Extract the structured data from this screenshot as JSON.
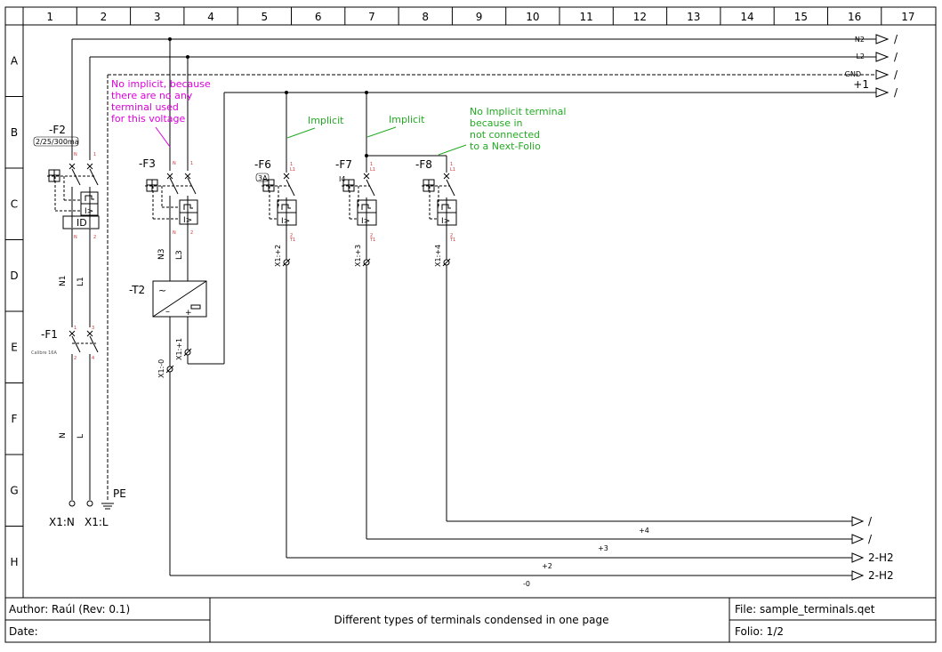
{
  "columns": [
    "1",
    "2",
    "3",
    "4",
    "5",
    "6",
    "7",
    "8",
    "9",
    "10",
    "11",
    "12",
    "13",
    "14",
    "15",
    "16",
    "17"
  ],
  "rows": [
    "A",
    "B",
    "C",
    "D",
    "E",
    "F",
    "G",
    "H"
  ],
  "buses": [
    {
      "name": "N2",
      "target": "/"
    },
    {
      "name": "L2",
      "target": "/"
    },
    {
      "name": "GND",
      "target": "/"
    },
    {
      "name": "+1",
      "target": "/"
    }
  ],
  "bottom_buses": [
    {
      "name": "+4",
      "target": "/"
    },
    {
      "name": "+3",
      "target": "/"
    },
    {
      "name": "+2",
      "target": "2-H2"
    },
    {
      "name": "-0",
      "target": "2-H2"
    }
  ],
  "components": {
    "f2": {
      "label": "-F2",
      "rating": "2/25/300ma",
      "block": "ID"
    },
    "f3": {
      "label": "-F3"
    },
    "f6": {
      "label": "-F6",
      "rating": "3A"
    },
    "f7": {
      "label": "-F7",
      "rating": "I4"
    },
    "f8": {
      "label": "-F8"
    },
    "f1": {
      "label": "-F1",
      "rating": "Calibre 16A"
    },
    "t2": {
      "label": "-T2"
    }
  },
  "pin_labels": {
    "n": "N",
    "one": "1",
    "two": "2",
    "l1": "L1",
    "t1": "T1",
    "three": "3",
    "four": "4"
  },
  "wire_labels": {
    "n1": "N1",
    "l1": "L1",
    "n3": "N3",
    "l3": "L3",
    "n": "N",
    "l": "L"
  },
  "terminals": {
    "x1_minus0": "X1:-0",
    "x1_plus1": "X1:+1",
    "x1_plus2": "X1:+2",
    "x1_plus3": "X1:+3",
    "x1_plus4": "X1:+4",
    "x1n": "X1:N",
    "x1l": "X1:L",
    "pe": "PE"
  },
  "notes": {
    "no_implicit": [
      "No implicit, because",
      "there are no any",
      "terminal used",
      "for this voltage"
    ],
    "implicit_1": "Implicit",
    "implicit_2": "Implicit",
    "no_implicit_terminal": [
      "No Implicit terminal",
      "because in",
      "not connected",
      "to a Next-Folio"
    ]
  },
  "colors": {
    "wire": "#000000",
    "note_magenta": "#dd00dd",
    "note_green": "#22aa22",
    "pin_red": "#cc3333",
    "frame": "#000000"
  },
  "titleblock": {
    "author": "Author: Raúl    (Rev: 0.1)",
    "date": "Date:",
    "title": "Different types of terminals condensed in one page",
    "file": "File: sample_terminals.qet",
    "folio": "Folio: 1/2"
  }
}
